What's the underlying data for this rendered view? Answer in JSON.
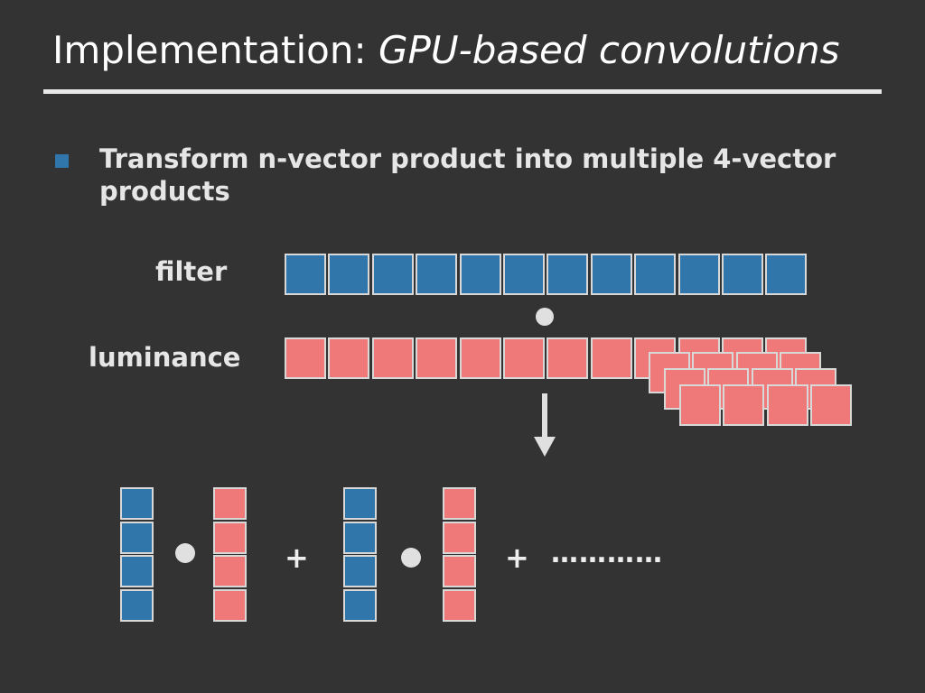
{
  "slide": {
    "title_plain": "Implementation: ",
    "title_emphasis": "GPU-based convolutions",
    "bullet": "Transform n-vector product into multiple 4-vector products"
  },
  "diagram": {
    "filter_label": "filter",
    "luminance_label": "luminance",
    "filter_cell_count": 12,
    "luminance_cell_count": 12,
    "stack_layers": 3,
    "stack_cells_per_layer": 4,
    "plus_1": "+",
    "plus_2": "+",
    "ellipsis": "…………",
    "colors": {
      "filter": "#3076ab",
      "luminance": "#ef7878",
      "background": "#333333"
    }
  }
}
